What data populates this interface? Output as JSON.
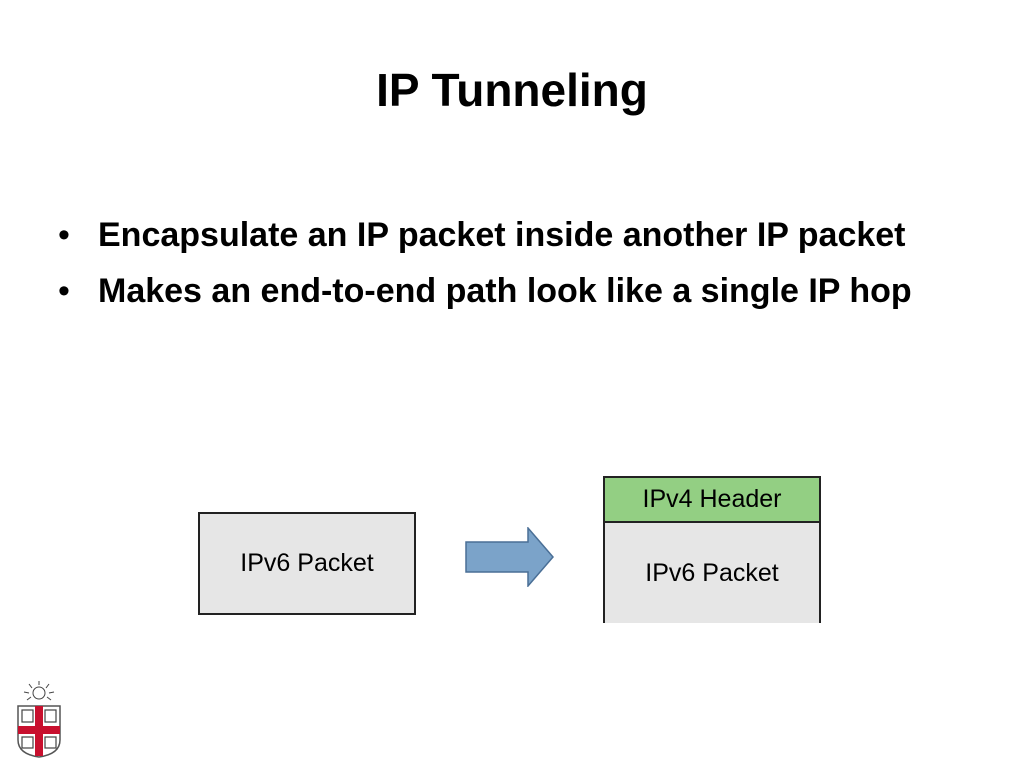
{
  "slide": {
    "title": "IP Tunneling",
    "bullets": [
      {
        "marker": "•",
        "text": "Encapsulate an IP packet inside another IP packet"
      },
      {
        "marker": "•",
        "text": "Makes an end-to-end path look like a single IP hop"
      }
    ]
  },
  "diagram": {
    "original_packet_label": "IPv6 Packet",
    "encapsulated_header_label": "IPv4 Header",
    "encapsulated_payload_label": "IPv6 Packet"
  },
  "colors": {
    "packet_fill": "#e6e6e6",
    "header_fill": "#93cf83",
    "arrow_fill": "#7ba3c9",
    "logo_red": "#c8102e"
  },
  "icons": {
    "arrow": "right-arrow-icon",
    "logo": "university-shield-logo"
  }
}
